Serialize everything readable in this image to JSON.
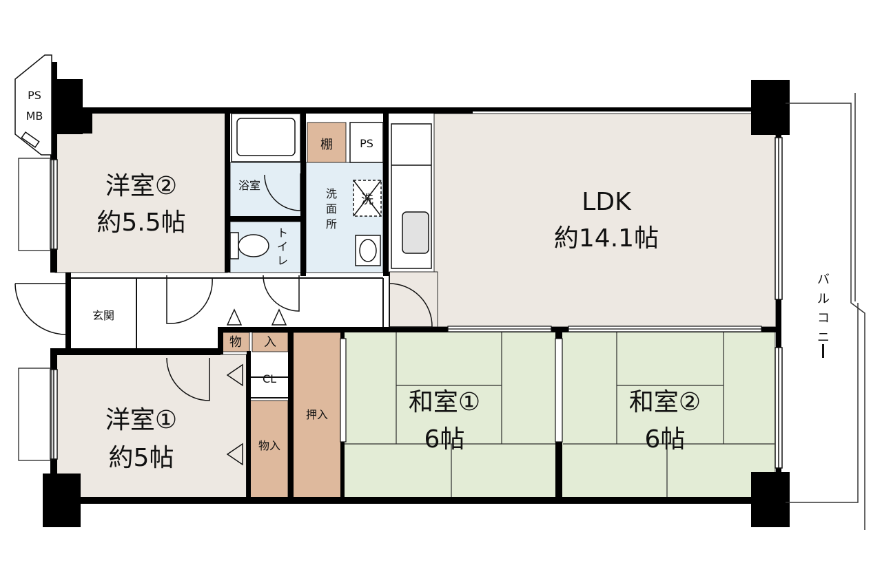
{
  "colors": {
    "western_floor": "#ede8e2",
    "ldk_floor": "#ede8e2",
    "tatami": "#e3ecd6",
    "wet_area": "#e3eef5",
    "storage": "#deb99d",
    "wall": "#000000",
    "background": "#ffffff"
  },
  "rooms": {
    "western2": {
      "name": "洋室②",
      "size": "約5.5帖"
    },
    "western1": {
      "name": "洋室①",
      "size": "約5帖"
    },
    "ldk": {
      "name": "LDK",
      "size": "約14.1帖"
    },
    "washitsu1": {
      "name": "和室①",
      "size": "6帖"
    },
    "washitsu2": {
      "name": "和室②",
      "size": "6帖"
    }
  },
  "labels": {
    "ps_top": "PS",
    "mb": "MB",
    "bath": "浴室",
    "shelf": "棚",
    "ps_small": "PS",
    "washroom_1": "洗",
    "washroom_2": "面",
    "washroom_3": "所",
    "washer": "洗",
    "toilet_1": "ト",
    "toilet_2": "イ",
    "toilet_3": "レ",
    "entrance": "玄関",
    "storage_small_1": "物",
    "storage_small_2": "入",
    "closet": "CL",
    "storage": "物入",
    "oshiire": "押入",
    "balcony": [
      "バ",
      "ル",
      "コ",
      "ニ",
      "ー"
    ]
  }
}
